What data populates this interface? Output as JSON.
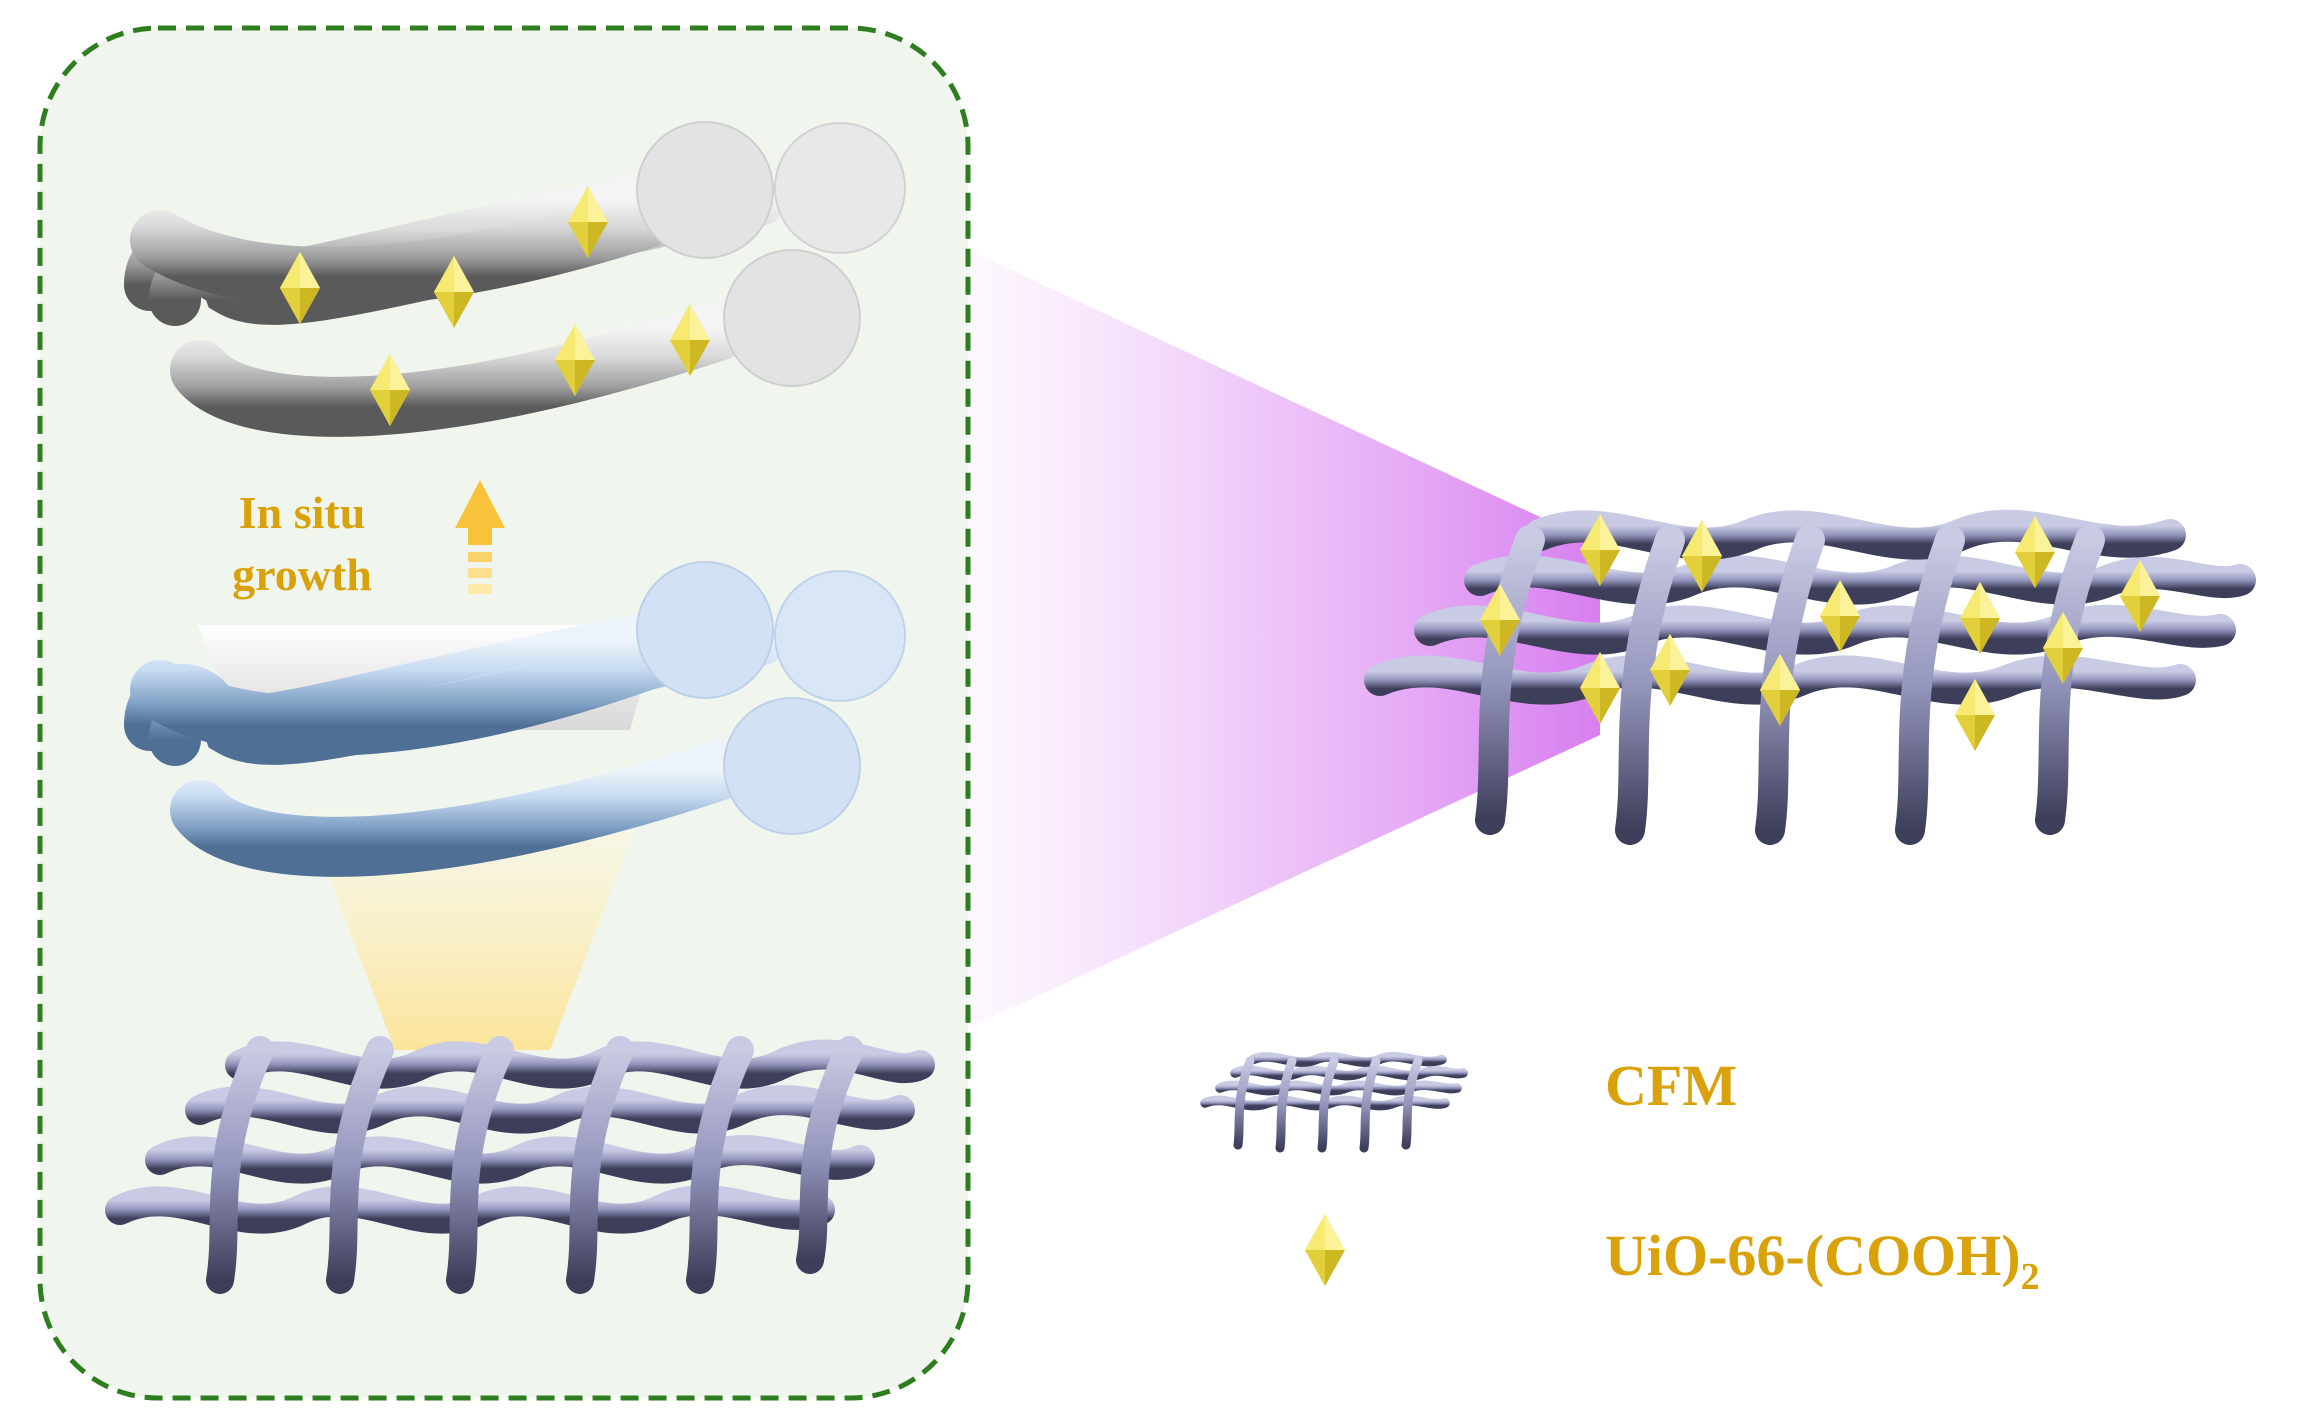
{
  "panel": {
    "growth_text_line1": "In situ",
    "growth_text_line2": "growth"
  },
  "legend": {
    "cfm_label": "CFM",
    "mof_label_main": "UiO-66-(COOH)",
    "mof_label_sub": "2"
  },
  "colors": {
    "panel_border": "#2e7d1f",
    "panel_fill": "#f0f6ee",
    "label_gold": "#d9a20a",
    "mesh_fiber": "#9b9cc0",
    "crystal_yellow": "#f1e05a",
    "fiber_gray": "#c8c8c8",
    "fiber_blue": "#bcd4ef",
    "arrow_yellow": "#f7c948",
    "zoom_purple": "#d77ef0",
    "zoom_yellow": "#fde9a8"
  },
  "icons": {
    "mesh": "woven-mesh-icon",
    "crystal": "octahedral-crystal-icon",
    "arrow": "up-arrow-icon"
  }
}
